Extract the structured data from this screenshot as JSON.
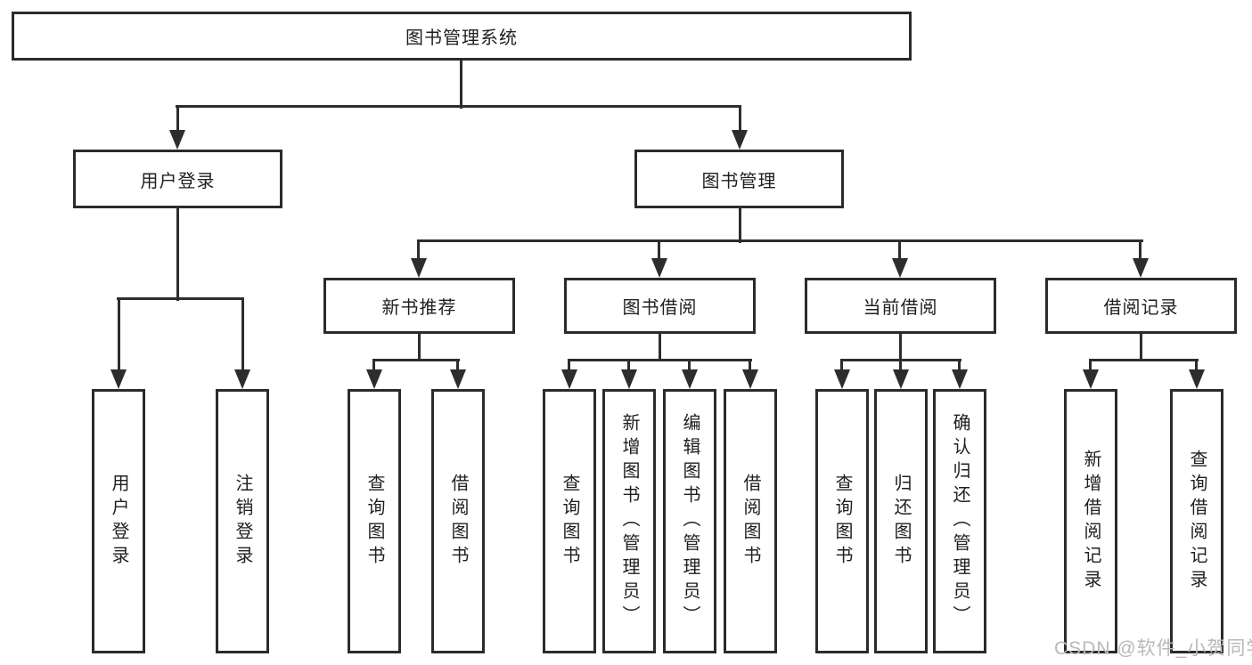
{
  "diagram": {
    "title": "图书管理系统",
    "branches": [
      {
        "label": "用户登录",
        "children": [
          {
            "label": "用户登录"
          },
          {
            "label": "注销登录"
          }
        ]
      },
      {
        "label": "图书管理",
        "children": [
          {
            "label": "新书推荐",
            "children": [
              {
                "label": "查询图书"
              },
              {
                "label": "借阅图书"
              }
            ]
          },
          {
            "label": "图书借阅",
            "children": [
              {
                "label": "查询图书"
              },
              {
                "label": "新增图书（管理员）"
              },
              {
                "label": "编辑图书（管理员）"
              },
              {
                "label": "借阅图书"
              }
            ]
          },
          {
            "label": "当前借阅",
            "children": [
              {
                "label": "查询图书"
              },
              {
                "label": "归还图书"
              },
              {
                "label": "确认归还（管理员）"
              }
            ]
          },
          {
            "label": "借阅记录",
            "children": [
              {
                "label": "新增借阅记录"
              },
              {
                "label": "查询借阅记录"
              }
            ]
          }
        ]
      }
    ]
  },
  "watermark": {
    "text": "CSDN @软件_小贺同学"
  },
  "colors": {
    "line": "#2d2d2d",
    "box_border": "#2b2b2b",
    "text": "#1f1f1f",
    "watermark": "#b9b9b9",
    "background": "#ffffff"
  }
}
